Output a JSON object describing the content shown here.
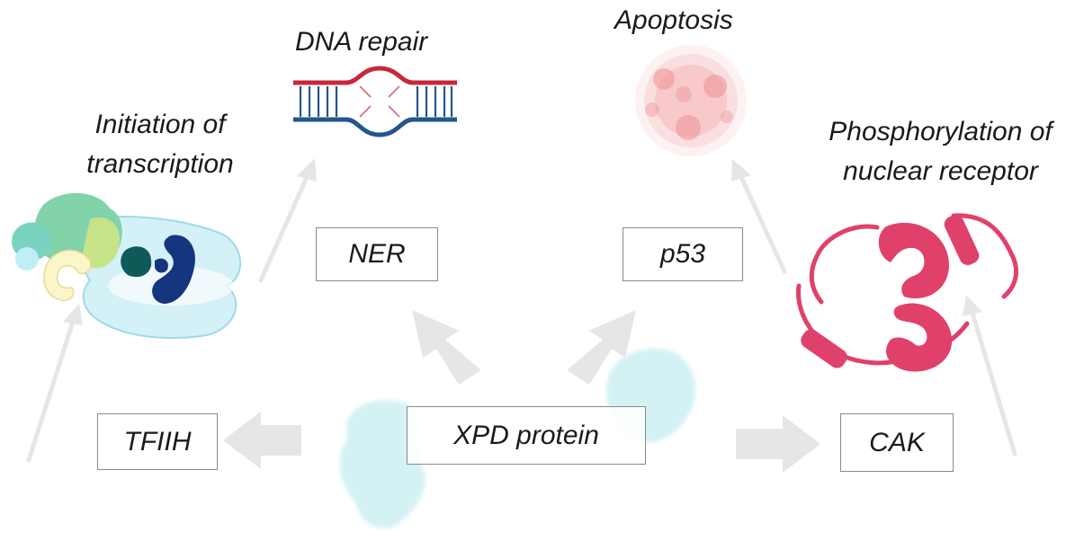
{
  "colors": {
    "arrow": "#e6e6e6",
    "dna_top": "#c8283a",
    "dna_bottom": "#24558c",
    "receptor": "#e0416a",
    "apoptosis": "#ef8f93",
    "protein_cloud": "#c6eef0"
  },
  "outcomes": {
    "initiation": "Initiation of transcription",
    "dna_repair": "DNA repair",
    "apoptosis": "Apoptosis",
    "phosphorylation": "Phosphorylation of nuclear receptor"
  },
  "pathways": {
    "ner": "NER",
    "p53": "p53",
    "tfiih": "TFIIH",
    "cak": "CAK"
  },
  "center": {
    "label": "XPD protein"
  },
  "icons": {
    "transcription_complex": "transcription-complex-illustration",
    "dna": "dna-double-helix-repair-icon",
    "apoptotic_cell": "apoptotic-cell-icon",
    "receptor_dimer": "nuclear-receptor-dimer-icon"
  }
}
